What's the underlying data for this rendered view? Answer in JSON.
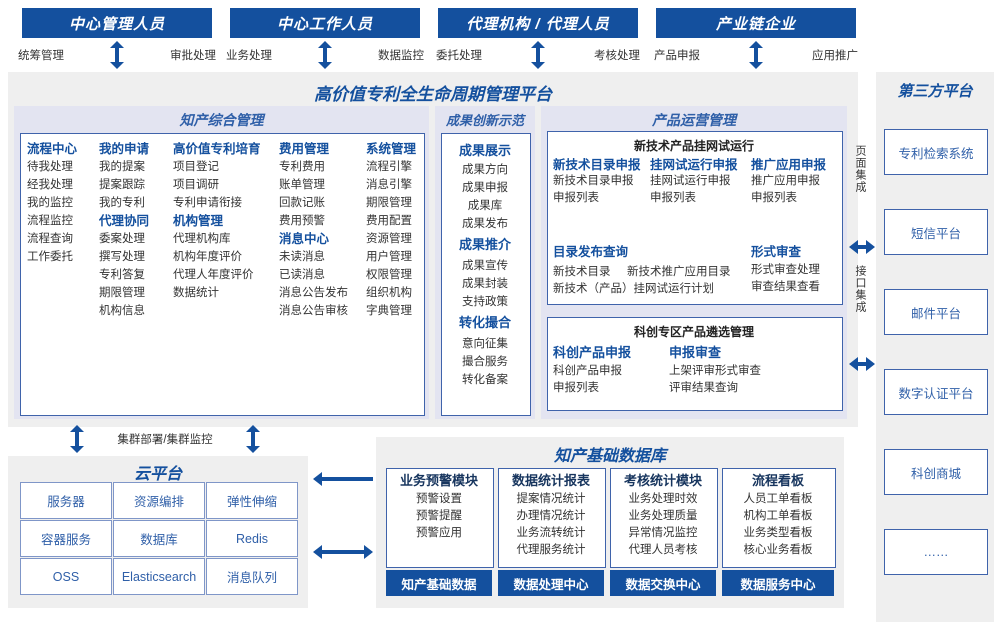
{
  "roles": [
    {
      "title": "中心管理人员",
      "left": "统筹管理",
      "right": "审批处理"
    },
    {
      "title": "中心工作人员",
      "left": "业务处理",
      "right": "数据监控"
    },
    {
      "title": "代理机构 / 代理人员",
      "left": "委托处理",
      "right": "考核处理"
    },
    {
      "title": "产业链企业",
      "left": "产品申报",
      "right": "应用推广"
    }
  ],
  "platform": {
    "title": "高价值专利全生命周期管理平台"
  },
  "ip_mgmt": {
    "title": "知产综合管理",
    "columns": [
      {
        "groups": [
          {
            "head": "流程中心",
            "items": [
              "待我处理",
              "经我处理",
              "我的监控",
              "流程监控",
              "流程查询",
              "工作委托"
            ]
          }
        ]
      },
      {
        "groups": [
          {
            "head": "我的申请",
            "items": [
              "我的提案",
              "提案跟踪",
              "我的专利"
            ]
          },
          {
            "head": "代理协同",
            "items": [
              "委案处理",
              "撰写处理",
              "专利答复",
              "期限管理",
              "机构信息"
            ]
          }
        ]
      },
      {
        "groups": [
          {
            "head": "高价值专利培育",
            "items": [
              "项目登记",
              "项目调研",
              "专利申请衔接"
            ]
          },
          {
            "head": "机构管理",
            "items": [
              "代理机构库",
              "机构年度评价",
              "代理人年度评价",
              "数据统计"
            ]
          }
        ]
      },
      {
        "groups": [
          {
            "head": "费用管理",
            "items": [
              "专利费用",
              "账单管理",
              "回款记账",
              "费用预警"
            ]
          },
          {
            "head": "消息中心",
            "items": [
              "未读消息",
              "已读消息",
              "消息公告发布",
              "消息公告审核"
            ]
          }
        ]
      },
      {
        "groups": [
          {
            "head": "系统管理",
            "items": [
              "流程引擎",
              "消息引擎",
              "期限管理",
              "费用配置",
              "资源管理",
              "用户管理",
              "权限管理",
              "组织机构",
              "字典管理"
            ]
          }
        ]
      }
    ]
  },
  "achievement": {
    "title": "成果创新示范",
    "groups": [
      {
        "head": "成果展示",
        "items": [
          "成果方向",
          "成果申报",
          "成果库",
          "成果发布"
        ]
      },
      {
        "head": "成果推介",
        "items": [
          "成果宣传",
          "成果封装",
          "支持政策"
        ]
      },
      {
        "head": "转化撮合",
        "items": [
          "意向征集",
          "撮合服务",
          "转化备案"
        ]
      }
    ]
  },
  "product_ops": {
    "title": "产品运营管理",
    "block1": {
      "subtitle": "新技术产品挂网试运行",
      "row1": [
        {
          "head": "新技术目录申报",
          "items": [
            "新技术目录申报",
            "申报列表"
          ]
        },
        {
          "head": "挂网试运行申报",
          "items": [
            "挂网试运行申报",
            "申报列表"
          ]
        },
        {
          "head": "推广应用申报",
          "items": [
            "推广应用申报",
            "申报列表"
          ]
        }
      ],
      "row2": [
        {
          "head": "目录发布查询",
          "items": [
            "新技术目录",
            "新技术推广应用目录",
            "新技术（产品）挂网试运行计划"
          ]
        },
        {
          "head": "形式审查",
          "items": [
            "形式审查处理",
            "审查结果查看"
          ]
        }
      ]
    },
    "block2": {
      "subtitle": "科创专区产品遴选管理",
      "cols": [
        {
          "head": "科创产品申报",
          "items": [
            "科创产品申报",
            "申报列表"
          ]
        },
        {
          "head": "申报审查",
          "items": [
            "上架评审形式审查",
            "评审结果查询"
          ]
        }
      ]
    }
  },
  "integration": {
    "page_integration": "页面集成",
    "api_integration": "接口集成"
  },
  "third_party": {
    "title": "第三方平台",
    "items": [
      "专利检索系统",
      "短信平台",
      "邮件平台",
      "数字认证平台",
      "科创商城",
      "……"
    ]
  },
  "cloud": {
    "caption": "集群部署/集群监控",
    "title": "云平台",
    "items": [
      "服务器",
      "资源编排",
      "弹性伸缩",
      "容器服务",
      "数据库",
      "Redis",
      "OSS",
      "Elasticsearch",
      "消息队列"
    ]
  },
  "database": {
    "title": "知产基础数据库",
    "modules": [
      {
        "head": "业务预警模块",
        "items": [
          "预警设置",
          "预警提醒",
          "预警应用"
        ],
        "footer": "知产基础数据"
      },
      {
        "head": "数据统计报表",
        "items": [
          "提案情况统计",
          "办理情况统计",
          "业务流转统计",
          "代理服务统计"
        ],
        "footer": "数据处理中心"
      },
      {
        "head": "考核统计模块",
        "items": [
          "业务处理时效",
          "业务处理质量",
          "异常情况监控",
          "代理人员考核"
        ],
        "footer": "数据交换中心"
      },
      {
        "head": "流程看板",
        "items": [
          "人员工单看板",
          "机构工单看板",
          "业务类型看板",
          "核心业务看板"
        ],
        "footer": "数据服务中心"
      }
    ]
  },
  "colors": {
    "brand": "#14509E",
    "accent": "#2f5fa8",
    "panel": "#efefef",
    "lavender": "#e3e4f1"
  }
}
